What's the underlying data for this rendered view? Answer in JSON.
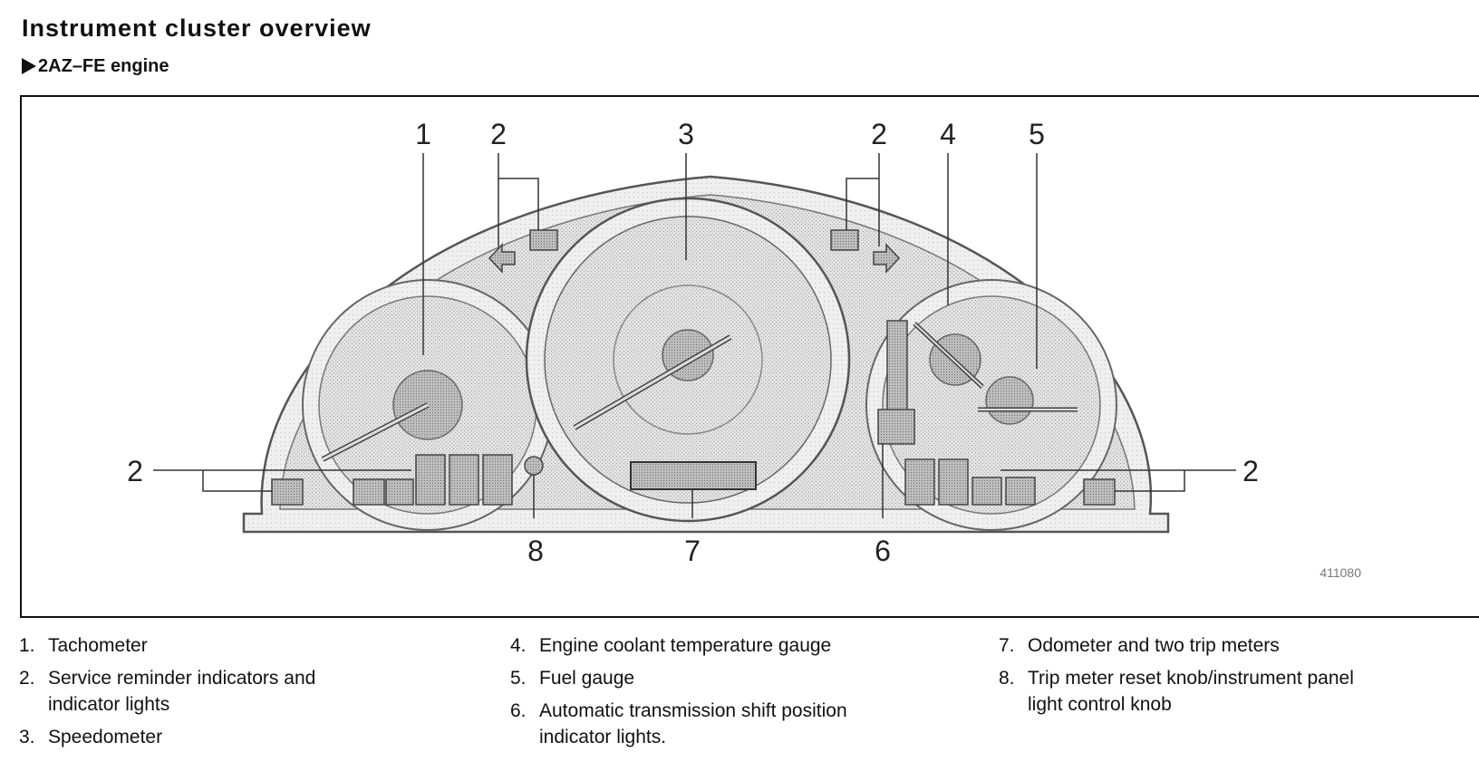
{
  "header": {
    "title": "Instrument cluster overview",
    "subtitle": "2AZ–FE engine"
  },
  "figure": {
    "code": "411080",
    "callouts": {
      "c1": "1",
      "c2a": "2",
      "c3": "3",
      "c2b": "2",
      "c4": "4",
      "c5": "5",
      "c2l": "2",
      "c2r": "2",
      "c8": "8",
      "c7": "7",
      "c6": "6"
    }
  },
  "legend": {
    "col1": [
      {
        "num": "1.",
        "text": "Tachometer"
      },
      {
        "num": "2.",
        "text": "Service reminder indicators and\nindicator lights"
      },
      {
        "num": "3.",
        "text": "Speedometer"
      }
    ],
    "col2": [
      {
        "num": "4.",
        "text": "Engine coolant temperature gauge"
      },
      {
        "num": "5.",
        "text": "Fuel gauge"
      },
      {
        "num": "6.",
        "text": "Automatic transmission shift position\nindicator lights."
      }
    ],
    "col3": [
      {
        "num": "7.",
        "text": "Odometer and two trip meters"
      },
      {
        "num": "8.",
        "text": "Trip meter reset knob/instrument panel\nlight control knob"
      }
    ]
  }
}
